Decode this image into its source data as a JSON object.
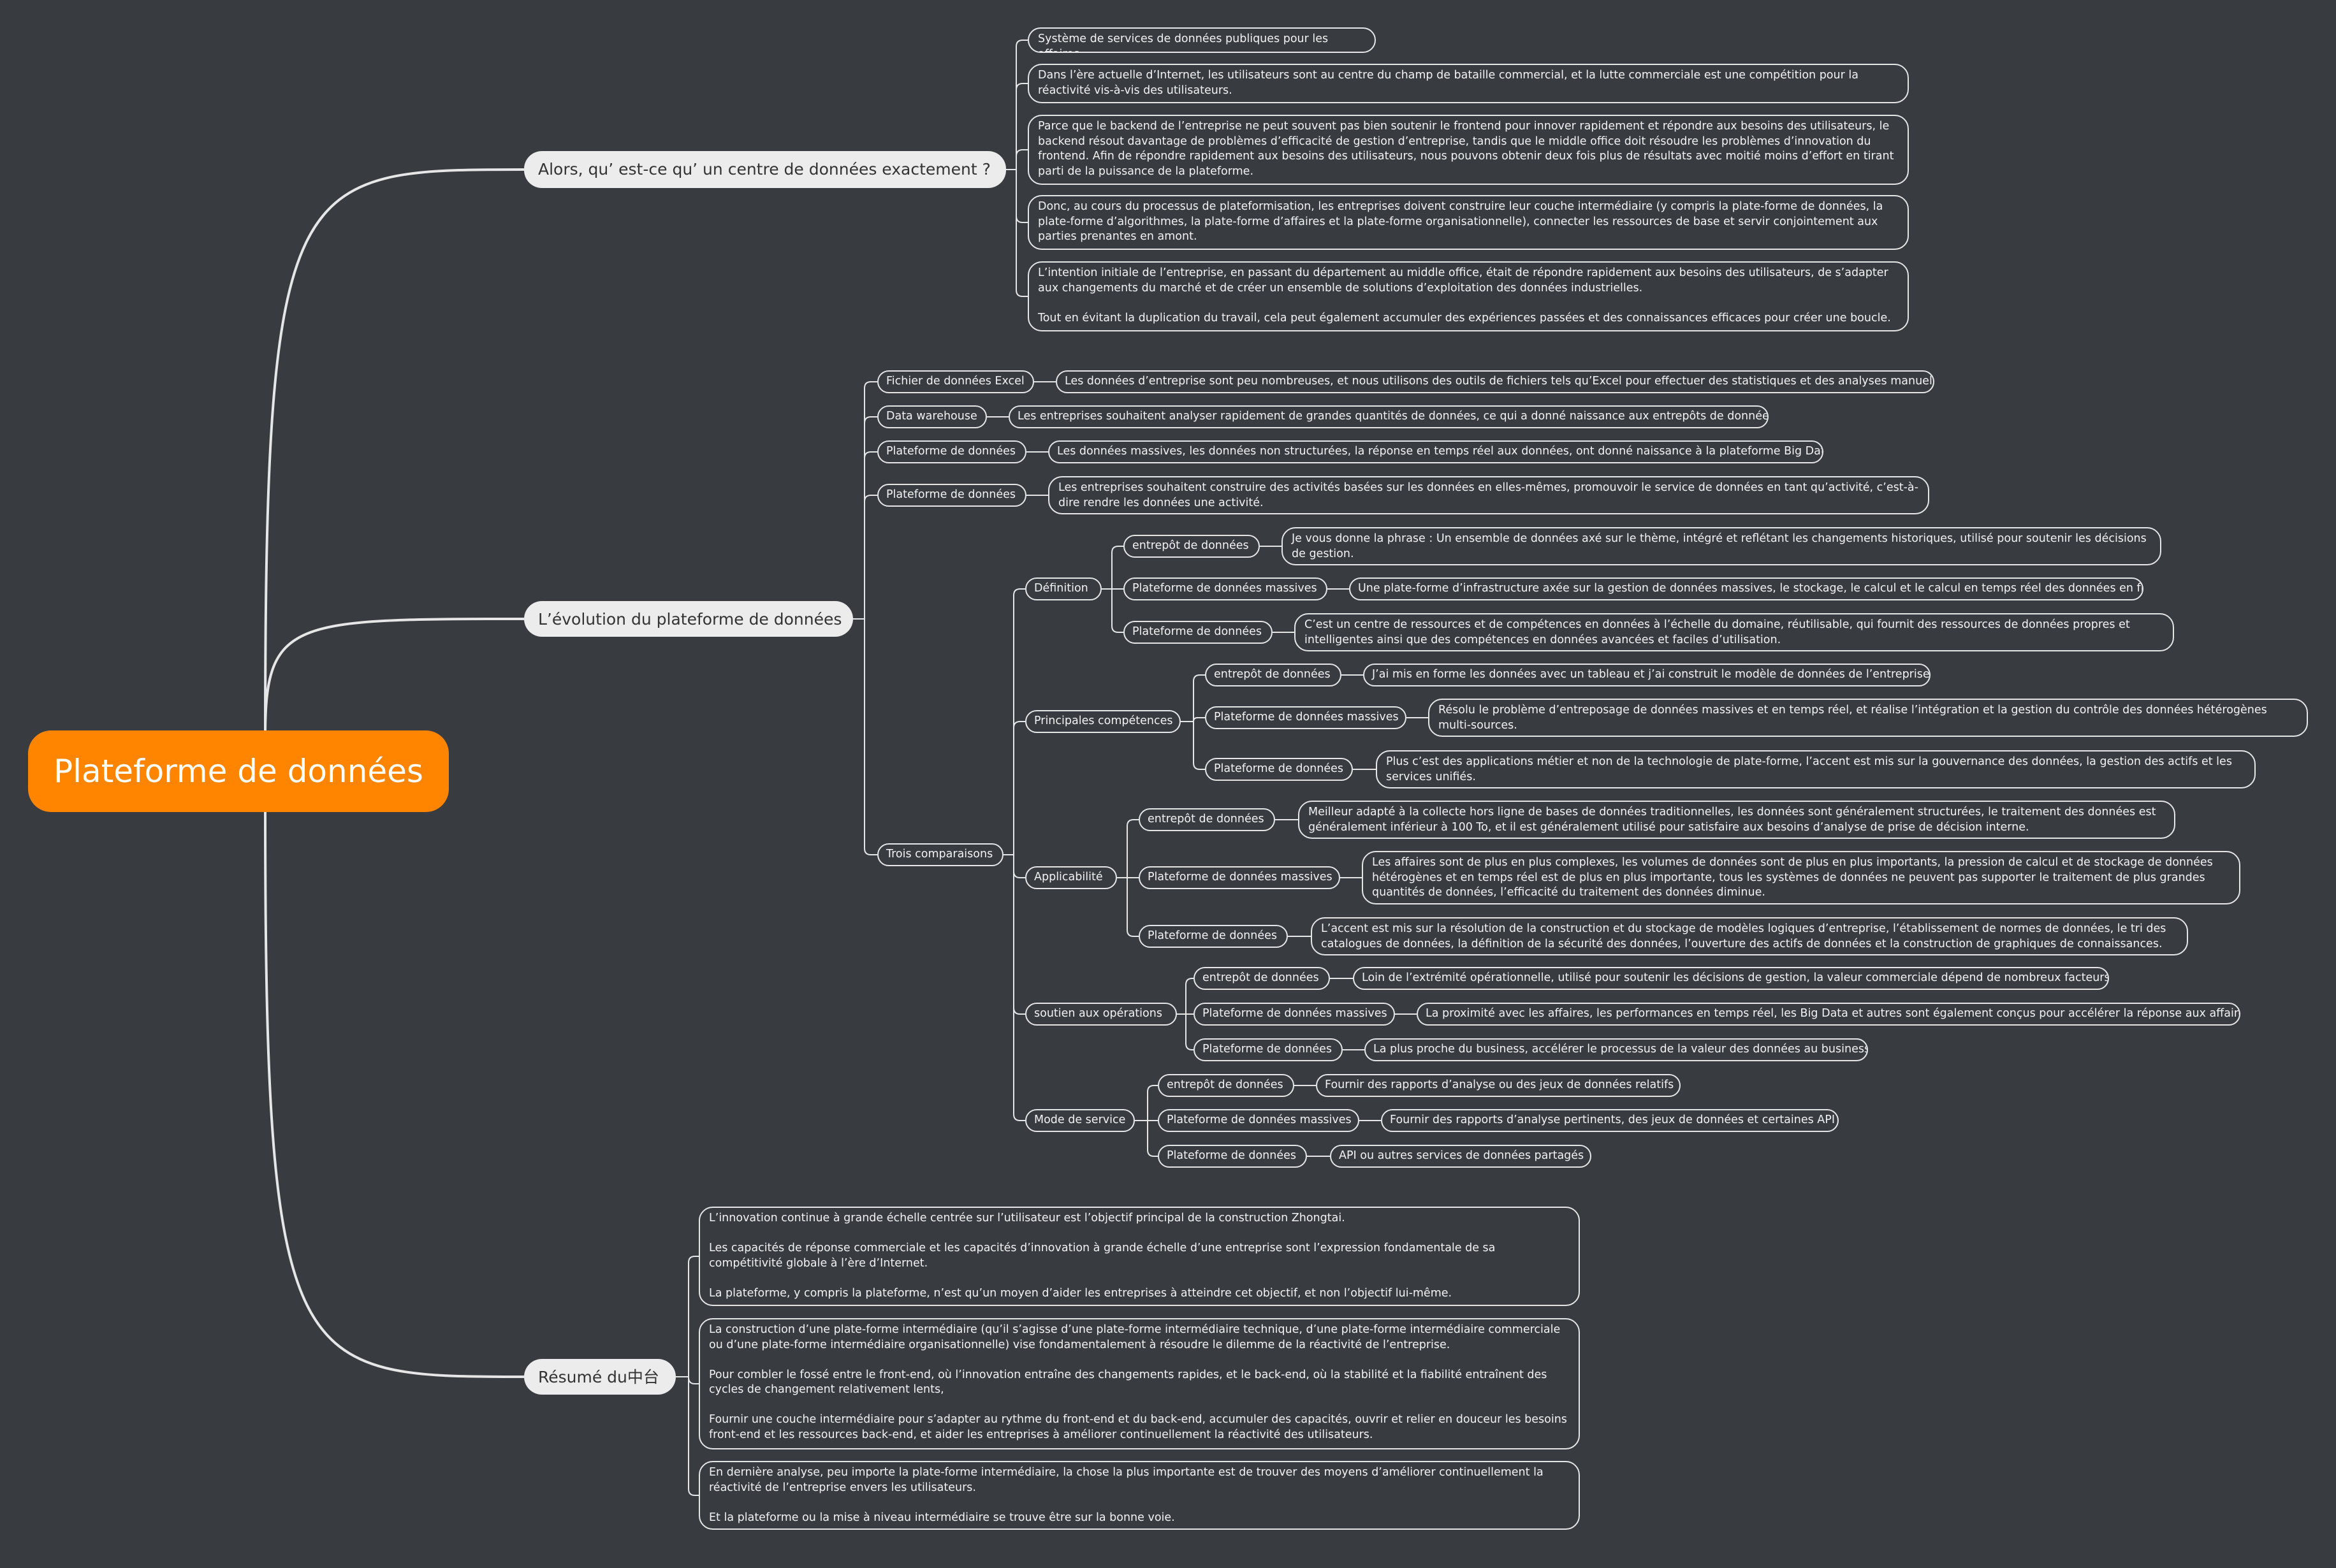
{
  "root": "Plateforme de données",
  "branches": [
    {
      "label": "Alors, qu’ est-ce qu’ un centre de données exactement ?",
      "notes": [
        "Système de services de données publiques pour les affaires",
        "Dans l’ère actuelle d’Internet, les utilisateurs sont au centre du champ de bataille commercial, et la lutte commerciale est une compétition pour la réactivité vis-à-vis des utilisateurs.",
        "Parce que le backend de l’entreprise ne peut souvent pas bien soutenir le frontend pour innover rapidement et répondre aux besoins des utilisateurs, le backend résout davantage de problèmes d’efficacité de gestion d’entreprise, tandis que le middle office doit résoudre les problèmes d’innovation du frontend. Afin de répondre rapidement aux besoins des utilisateurs, nous pouvons obtenir deux fois plus de résultats avec moitié moins d’effort en tirant parti de la puissance de la plateforme.",
        "Donc, au cours du processus de plateformisation, les entreprises doivent construire leur couche intermédiaire (y compris la plate-forme de données, la plate-forme d’algorithmes, la plate-forme d’affaires et la plate-forme organisationnelle), connecter les ressources de base et servir conjointement aux parties prenantes en amont.",
        "L’intention initiale de l’entreprise, en passant du département au middle office, était de répondre rapidement aux besoins des utilisateurs, de s’adapter aux changements du marché et de créer un ensemble de solutions d’exploitation des données industrielles.\n\nTout en évitant la duplication du travail, cela peut également accumuler des expériences passées et des connaissances efficaces pour créer une boucle."
      ]
    },
    {
      "label": "L’évolution du plateforme de données",
      "history": [
        {
          "label": "Fichier de données Excel",
          "note": "Les données d’entreprise sont peu nombreuses, et nous utilisons des outils de fichiers tels qu’Excel pour effectuer des statistiques et des analyses manuelles."
        },
        {
          "label": "Data warehouse",
          "note": "Les entreprises souhaitent analyser rapidement de grandes quantités de données, ce qui a donné naissance aux entrepôts de données."
        },
        {
          "label": "Plateforme de données",
          "note": "Les données massives, les données non structurées, la réponse en temps réel aux données, ont donné naissance à la plateforme Big Data."
        },
        {
          "label": "Plateforme de données",
          "note": "Les entreprises souhaitent construire des activités basées sur les données en elles-mêmes, promouvoir le service de données en tant qu’activité, c’est-à-dire rendre les données une activité."
        }
      ],
      "comparisons": {
        "label": "Trois comparaisons",
        "groups": [
          {
            "label": "Définition",
            "items": [
              {
                "label": "entrepôt de données",
                "note": "Je vous donne la phrase : Un ensemble de données axé sur le thème, intégré et reflétant les changements historiques, utilisé pour soutenir les décisions de gestion."
              },
              {
                "label": "Plateforme de données massives",
                "note": "Une plate-forme d’infrastructure axée sur la gestion de données massives, le stockage, le calcul et le calcul en temps réel des données en flux."
              },
              {
                "label": "Plateforme de données",
                "note": "C’est un centre de ressources et de compétences en données à l’échelle du domaine, réutilisable, qui fournit des ressources de données propres et intelligentes ainsi que des compétences en données avancées et faciles d’utilisation."
              }
            ]
          },
          {
            "label": "Principales compétences",
            "items": [
              {
                "label": "entrepôt de données",
                "note": "J’ai mis en forme les données avec un tableau et j’ai construit le modèle de données de l’entreprise."
              },
              {
                "label": "Plateforme de données massives",
                "note": "Résolu le problème d’entreposage de données massives et en temps réel, et réalise l’intégration et la gestion du contrôle des données hétérogènes multi-sources."
              },
              {
                "label": "Plateforme de données",
                "note": "Plus c’est des applications métier et non de la technologie de plate-forme, l’accent est mis sur la gouvernance des données, la gestion des actifs et les services unifiés."
              }
            ]
          },
          {
            "label": "Applicabilité",
            "items": [
              {
                "label": "entrepôt de données",
                "note": "Meilleur adapté à la collecte hors ligne de bases de données traditionnelles, les données sont généralement structurées, le traitement des données est généralement inférieur à 100 To, et il est généralement utilisé pour satisfaire aux besoins d’analyse de prise de décision interne."
              },
              {
                "label": "Plateforme de données massives",
                "note": "Les affaires sont de plus en plus complexes, les volumes de données sont de plus en plus importants, la pression de calcul et de stockage de données hétérogènes et en temps réel est de plus en plus importante, tous les systèmes de données ne peuvent pas supporter le traitement de plus grandes quantités de données, l’efficacité du traitement des données diminue."
              },
              {
                "label": "Plateforme de données",
                "note": "L’accent est mis sur la résolution de la construction et du stockage de modèles logiques d’entreprise, l’établissement de normes de données, le tri des catalogues de données, la définition de la sécurité des données, l’ouverture des actifs de données et la construction de graphiques de connaissances."
              }
            ]
          },
          {
            "label": "soutien aux opérations",
            "items": [
              {
                "label": "entrepôt de données",
                "note": "Loin de l’extrémité opérationnelle, utilisé pour soutenir les décisions de gestion, la valeur commerciale dépend de nombreux facteurs."
              },
              {
                "label": "Plateforme de données massives",
                "note": "La proximité avec les affaires, les performances en temps réel, les Big Data et autres sont également conçus pour accélérer la réponse aux affaires."
              },
              {
                "label": "Plateforme de données",
                "note": "La plus proche du business, accélérer le processus de la valeur des données au business"
              }
            ]
          },
          {
            "label": "Mode de service",
            "items": [
              {
                "label": "entrepôt de données",
                "note": "Fournir des rapports d’analyse ou des jeux de données relatifs"
              },
              {
                "label": "Plateforme de données massives",
                "note": "Fournir des rapports d’analyse pertinents, des jeux de données et certaines API"
              },
              {
                "label": "Plateforme de données",
                "note": "API ou autres services de données partagés"
              }
            ]
          }
        ]
      }
    },
    {
      "label": "Résumé du中台",
      "notes": [
        "L’innovation continue à grande échelle centrée sur l’utilisateur est l’objectif principal de la construction Zhongtai.\n\nLes capacités de réponse commerciale et les capacités d’innovation à grande échelle d’une entreprise sont l’expression fondamentale de sa compétitivité globale à l’ère d’Internet.\n\nLa plateforme, y compris la plateforme, n’est qu’un moyen d’aider les entreprises à atteindre cet objectif, et non l’objectif lui-même.",
        "La construction d’une plate-forme intermédiaire (qu’il s’agisse d’une plate-forme intermédiaire technique, d’une plate-forme intermédiaire commerciale ou d’une plate-forme intermédiaire organisationnelle) vise fondamentalement à résoudre le dilemme de la réactivité de l’entreprise.\n\nPour combler le fossé entre le front-end, où l’innovation entraîne des changements rapides, et le back-end, où la stabilité et la fiabilité entraînent des cycles de changement relativement lents,\n\nFournir une couche intermédiaire pour s’adapter au rythme du front-end et du back-end, accumuler des capacités, ouvrir et relier en douceur les besoins front-end et les ressources back-end, et aider les entreprises à améliorer continuellement la réactivité des utilisateurs.",
        "En dernière analyse, peu importe la plate-forme intermédiaire, la chose la plus importante est de trouver des moyens d’améliorer continuellement la réactivité de l’entreprise envers les utilisateurs.\n\nEt la plateforme ou la mise à niveau intermédiaire se trouve être sur la bonne voie."
      ]
    }
  ],
  "colors": {
    "background": "#383c41",
    "root_fill": "#ff8400",
    "main_fill": "#ececec",
    "line": "#e6e6e6",
    "text": "#f2f2f2"
  }
}
